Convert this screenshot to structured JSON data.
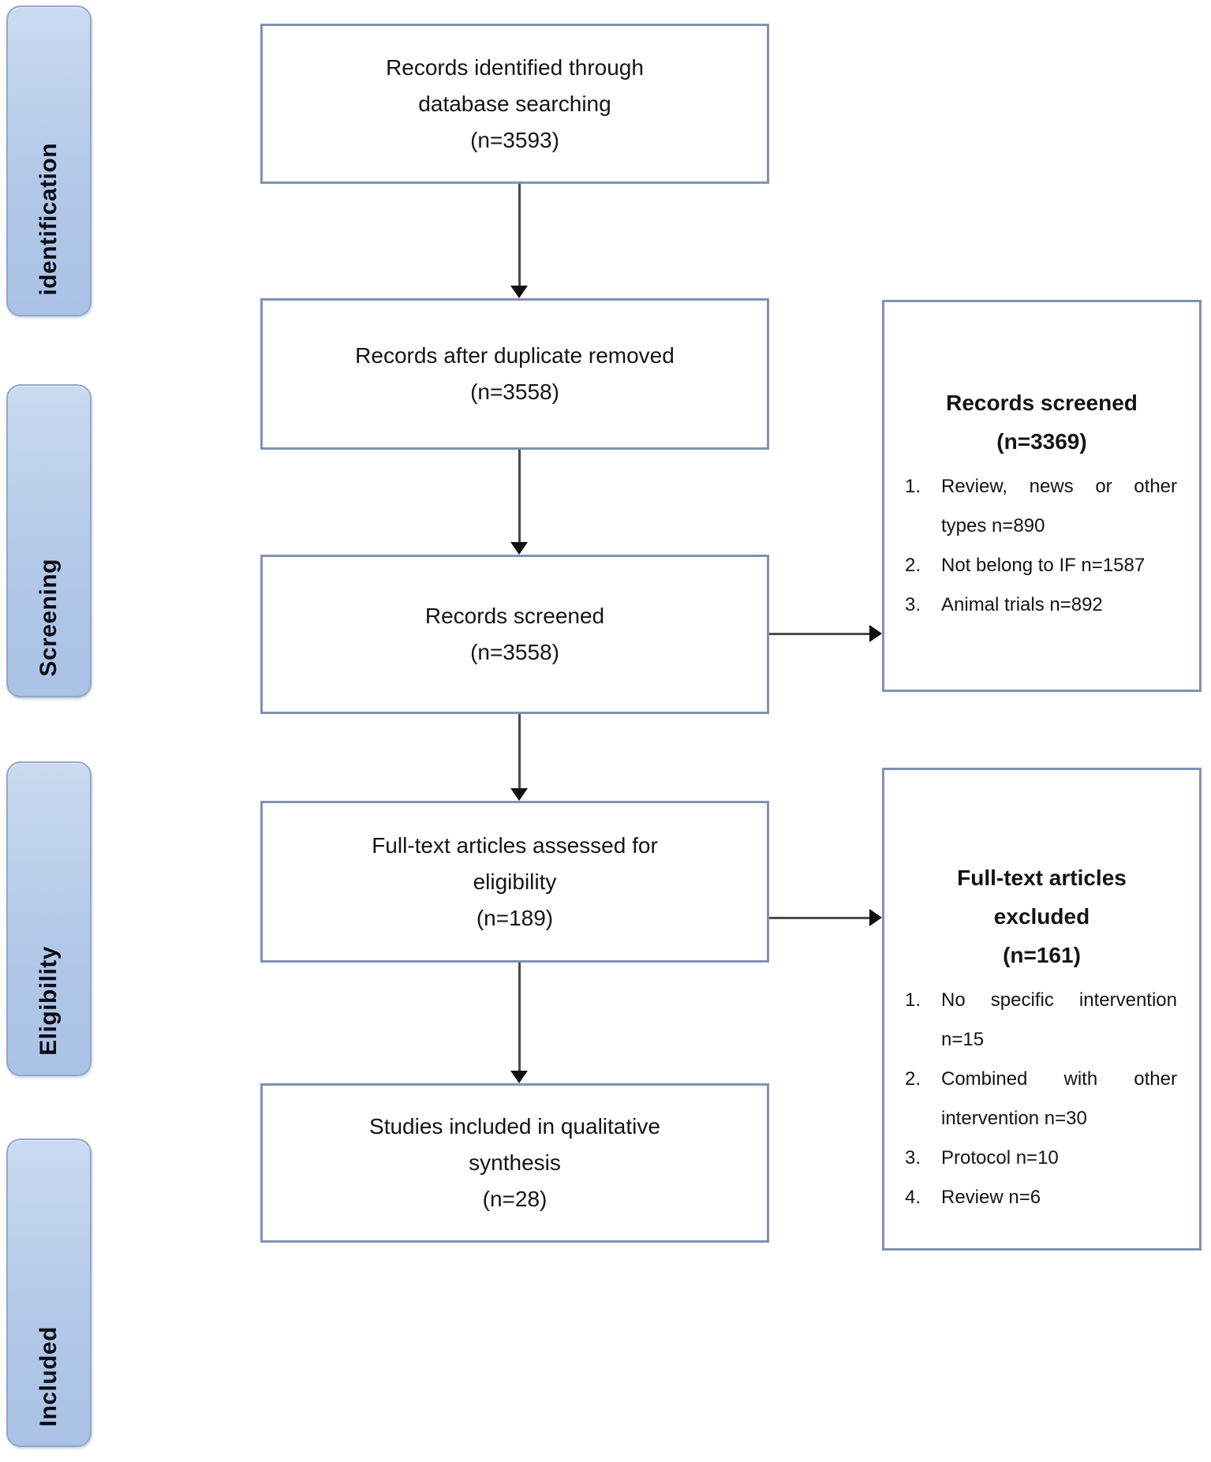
{
  "stages": [
    {
      "label": "identification"
    },
    {
      "label": "Screening"
    },
    {
      "label": "Eligibility"
    },
    {
      "label": "Included"
    }
  ],
  "flow_boxes": [
    {
      "lines": [
        "Records identified through",
        "database searching",
        "(n=3593)"
      ]
    },
    {
      "lines": [
        "Records after duplicate removed",
        "(n=3558)"
      ]
    },
    {
      "lines": [
        "Records screened",
        "(n=3558)"
      ]
    },
    {
      "lines": [
        "Full-text articles assessed for",
        "eligibility",
        "(n=189)"
      ]
    },
    {
      "lines": [
        "Studies included in qualitative",
        "synthesis",
        "(n=28)"
      ]
    }
  ],
  "side_boxes": [
    {
      "title_lines": [
        "Records screened",
        "(n=3369)"
      ],
      "items": [
        {
          "num": "1.",
          "text": "Review, news or other types n=890"
        },
        {
          "num": "2.",
          "text": "Not belong to IF n=1587"
        },
        {
          "num": "3.",
          "text": "Animal trials n=892"
        }
      ]
    },
    {
      "title_lines": [
        "Full-text articles",
        "excluded",
        "(n=161)"
      ],
      "items": [
        {
          "num": "1.",
          "text": "No specific intervention n=15"
        },
        {
          "num": "2.",
          "text": "Combined with other intervention n=30"
        },
        {
          "num": "3.",
          "text": "Protocol n=10"
        },
        {
          "num": "4.",
          "text": "Review n=6"
        }
      ]
    }
  ],
  "colors": {
    "tab_fill_top": "#cadbf1",
    "tab_fill_bottom": "#a9c2e5",
    "tab_border": "#92a7c9",
    "box_border": "#8091b4",
    "box_fill": "#ffffff",
    "arrow": "#111111",
    "text": "#141414"
  }
}
